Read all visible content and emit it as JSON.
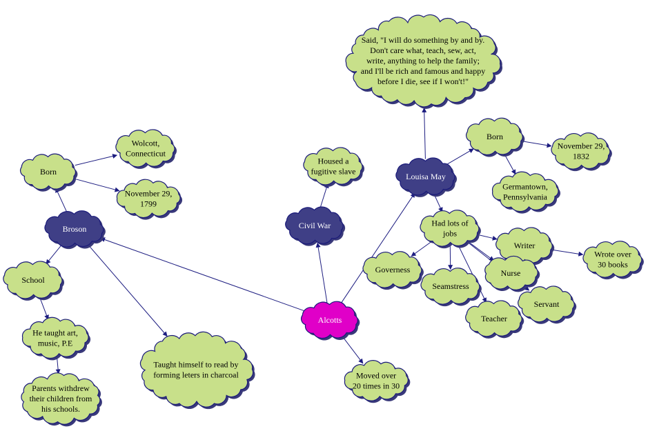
{
  "colors": {
    "leaf": "#c8e08a",
    "hub": "#3f3f86",
    "root": "#e000c8",
    "edge": "#1c1c80"
  },
  "nodes": [
    {
      "id": "quote",
      "kind": "leaf",
      "lines": [
        "Said, \"I will do something by and by.",
        "Don't care what, teach, sew, act,",
        "write, anything to help the family;",
        "and I'll be rich and famous and happy",
        "before I die, see if I won't!\""
      ]
    },
    {
      "id": "louisa",
      "kind": "hub",
      "lines": [
        "Louisa May"
      ]
    },
    {
      "id": "louisa-born",
      "kind": "leaf",
      "lines": [
        "Born"
      ]
    },
    {
      "id": "louisa-date",
      "kind": "leaf",
      "lines": [
        "November 29,",
        "1832"
      ]
    },
    {
      "id": "germantown",
      "kind": "leaf",
      "lines": [
        "Germantown,",
        "Pennsylvania"
      ]
    },
    {
      "id": "jobs",
      "kind": "leaf",
      "lines": [
        "Had lots of",
        "jobs"
      ]
    },
    {
      "id": "writer",
      "kind": "leaf",
      "lines": [
        "Writer"
      ]
    },
    {
      "id": "books",
      "kind": "leaf",
      "lines": [
        "Wrote over",
        "30 books"
      ]
    },
    {
      "id": "governess",
      "kind": "leaf",
      "lines": [
        "Governess"
      ]
    },
    {
      "id": "seamstress",
      "kind": "leaf",
      "lines": [
        "Seamstress"
      ]
    },
    {
      "id": "nurse",
      "kind": "leaf",
      "lines": [
        "Nurse"
      ]
    },
    {
      "id": "servant",
      "kind": "leaf",
      "lines": [
        "Servant"
      ]
    },
    {
      "id": "teacher",
      "kind": "leaf",
      "lines": [
        "Teacher"
      ]
    },
    {
      "id": "civil-war",
      "kind": "hub",
      "lines": [
        "Civil War"
      ]
    },
    {
      "id": "fugitive",
      "kind": "leaf",
      "lines": [
        "Housed a",
        "fugitive slave"
      ]
    },
    {
      "id": "alcotts",
      "kind": "root",
      "lines": [
        "Alcotts"
      ]
    },
    {
      "id": "moved",
      "kind": "leaf",
      "lines": [
        "Moved over",
        "20 times in 30"
      ]
    },
    {
      "id": "broson",
      "kind": "hub",
      "lines": [
        "Broson"
      ]
    },
    {
      "id": "broson-born",
      "kind": "leaf",
      "lines": [
        "Born"
      ]
    },
    {
      "id": "wolcott",
      "kind": "leaf",
      "lines": [
        "Wolcott,",
        "Connecticut"
      ]
    },
    {
      "id": "broson-date",
      "kind": "leaf",
      "lines": [
        "November 29,",
        "1799"
      ]
    },
    {
      "id": "school",
      "kind": "leaf",
      "lines": [
        "School"
      ]
    },
    {
      "id": "taught",
      "kind": "leaf",
      "lines": [
        "He taught art,",
        "music, P.E"
      ]
    },
    {
      "id": "parents",
      "kind": "leaf",
      "lines": [
        "Parents withdrew",
        "their children from",
        "his schools."
      ]
    },
    {
      "id": "self-taught",
      "kind": "leaf",
      "lines": [
        "Taught himself to read by",
        "forming leters in charcoal"
      ]
    }
  ],
  "edges": [
    {
      "from": "alcotts",
      "to": "broson"
    },
    {
      "from": "alcotts",
      "to": "civil-war"
    },
    {
      "from": "alcotts",
      "to": "louisa"
    },
    {
      "from": "alcotts",
      "to": "moved"
    },
    {
      "from": "civil-war",
      "to": "fugitive"
    },
    {
      "from": "louisa",
      "to": "quote"
    },
    {
      "from": "louisa",
      "to": "louisa-born"
    },
    {
      "from": "louisa",
      "to": "jobs"
    },
    {
      "from": "louisa-born",
      "to": "louisa-date"
    },
    {
      "from": "louisa-born",
      "to": "germantown"
    },
    {
      "from": "jobs",
      "to": "writer"
    },
    {
      "from": "jobs",
      "to": "governess"
    },
    {
      "from": "jobs",
      "to": "seamstress"
    },
    {
      "from": "jobs",
      "to": "nurse"
    },
    {
      "from": "jobs",
      "to": "servant"
    },
    {
      "from": "jobs",
      "to": "teacher"
    },
    {
      "from": "writer",
      "to": "books"
    },
    {
      "from": "broson",
      "to": "broson-born"
    },
    {
      "from": "broson",
      "to": "school"
    },
    {
      "from": "broson",
      "to": "self-taught"
    },
    {
      "from": "broson-born",
      "to": "wolcott"
    },
    {
      "from": "broson-born",
      "to": "broson-date"
    },
    {
      "from": "school",
      "to": "taught"
    },
    {
      "from": "taught",
      "to": "parents"
    }
  ]
}
